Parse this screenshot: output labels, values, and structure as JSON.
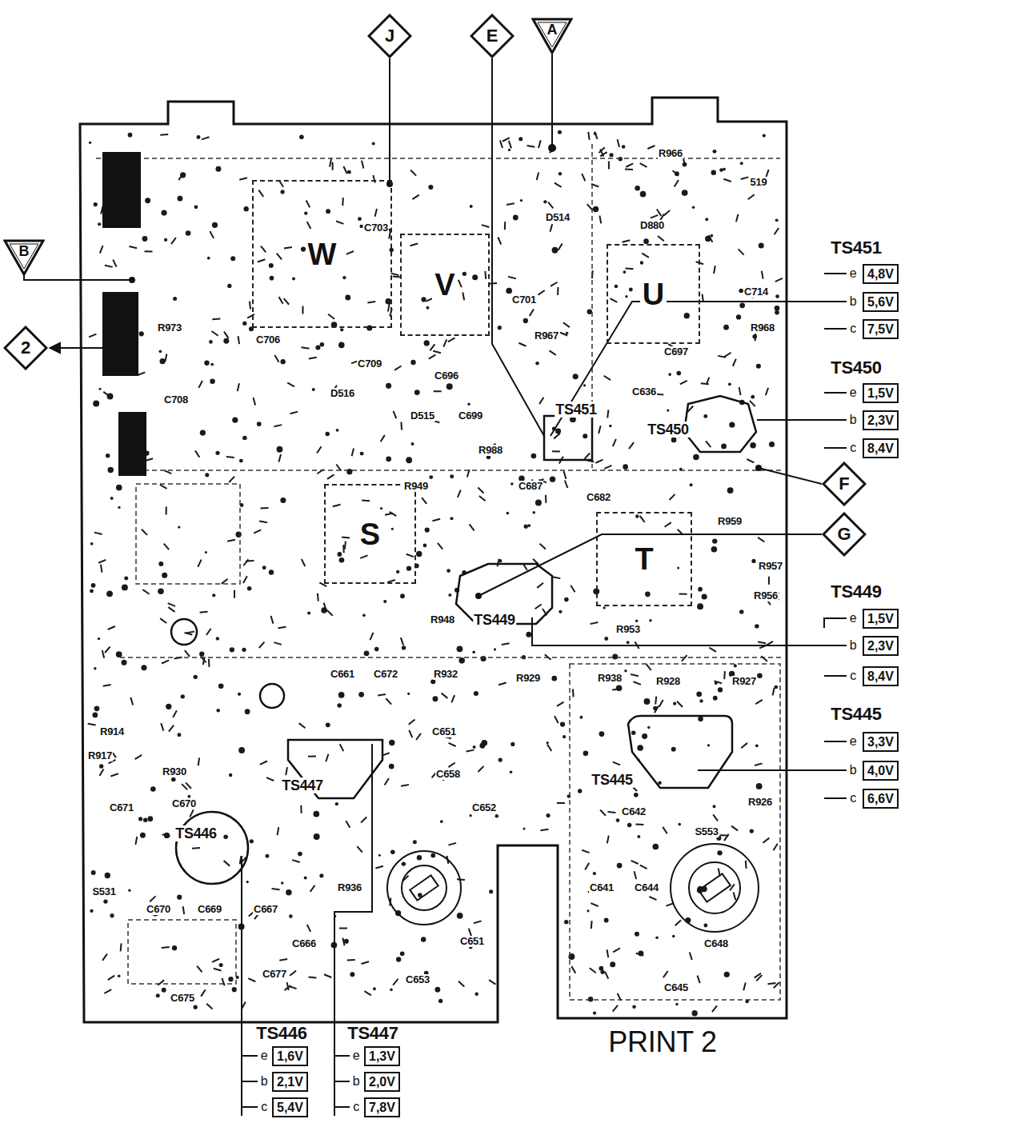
{
  "diagram": {
    "nodes": [
      {
        "text": [
          "J"
        ]
      },
      {
        "text": [
          "E"
        ]
      },
      {
        "text": [
          "A"
        ]
      },
      {
        "text": [
          "B"
        ]
      },
      {
        "text": [
          "W"
        ]
      },
      {
        "text": [
          "V"
        ]
      },
      {
        "text": [
          "U"
        ]
      },
      {
        "text": [
          "2"
        ]
      },
      {
        "text": [
          "4,8V"
        ]
      },
      {
        "text": [
          "5,6V"
        ]
      },
      {
        "text": [
          "7,5V"
        ]
      },
      {
        "text": [
          "1,5V"
        ]
      },
      {
        "text": [
          "2,3V"
        ]
      },
      {
        "text": [
          "8,4V"
        ]
      },
      {
        "text": [
          "F"
        ]
      },
      {
        "text": [
          "S"
        ]
      },
      {
        "text": [
          "G"
        ]
      },
      {
        "text": [
          "T"
        ]
      },
      {
        "text": [
          "1,5V"
        ]
      },
      {
        "text": [
          "2,3V"
        ]
      },
      {
        "text": [
          "8,4V"
        ]
      },
      {
        "text": [
          "3,3V"
        ]
      },
      {
        "text": [
          "4,0V"
        ]
      },
      {
        "text": [
          "6,6V"
        ]
      },
      {
        "text": [
          "1,6V"
        ]
      },
      {
        "text": [
          "2,1V"
        ]
      },
      {
        "text": [
          "5,4V"
        ]
      },
      {
        "text": [
          "1,3V"
        ]
      },
      {
        "text": [
          "2,0V"
        ]
      },
      {
        "text": [
          "7,8V"
        ]
      }
    ],
    "labels": [
      "R966",
      "519",
      "D880",
      "D514",
      "C703",
      "C714",
      "C701",
      "R973",
      "R968",
      "R967",
      "C706",
      "C697",
      "C709",
      "C696",
      "D516",
      "C636",
      "C708",
      "TS451",
      "D515",
      "C699",
      "TS450",
      "R988",
      "R949",
      "C687",
      "C682",
      "R959",
      "R957",
      "R956",
      "R948",
      "TS449",
      "R953",
      "C661",
      "C672",
      "R932",
      "R929",
      "R938",
      "R928",
      "R927",
      "R914",
      "C651",
      "R917",
      "R930",
      "C658",
      "TS447",
      "TS445",
      "R926",
      "C671",
      "C670",
      "C652",
      "C642",
      "S553",
      "TS446",
      "S531",
      "C641",
      "C644",
      "R936",
      "C670",
      "C669",
      "C667",
      "C666",
      "C651",
      "C648",
      "C677",
      "C653",
      "C645",
      "C675",
      "PRINT 2",
      "TS451",
      "e",
      "b",
      "c",
      "TS450",
      "e",
      "b",
      "c",
      "TS449",
      "e",
      "b",
      "c",
      "TS445",
      "e",
      "b",
      "c",
      "TS446",
      "e",
      "b",
      "c",
      "TS447",
      "e",
      "b",
      "c"
    ]
  }
}
